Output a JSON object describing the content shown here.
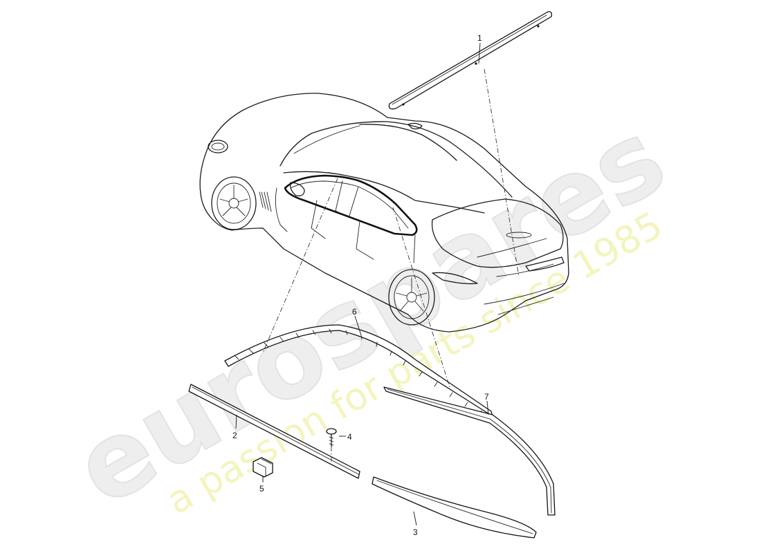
{
  "watermark": {
    "brand": "eurospares",
    "tagline": "a passion for parts since 1985"
  },
  "callouts": [
    {
      "id": "1",
      "label": "1"
    },
    {
      "id": "2",
      "label": "2"
    },
    {
      "id": "3",
      "label": "3"
    },
    {
      "id": "4",
      "label": "4"
    },
    {
      "id": "5",
      "label": "5"
    },
    {
      "id": "6",
      "label": "6"
    },
    {
      "id": "7",
      "label": "7"
    }
  ],
  "colors": {
    "line": "#111111",
    "watermark_grey": "#e6e6e6",
    "watermark_yellow": "#f3f3b8"
  }
}
